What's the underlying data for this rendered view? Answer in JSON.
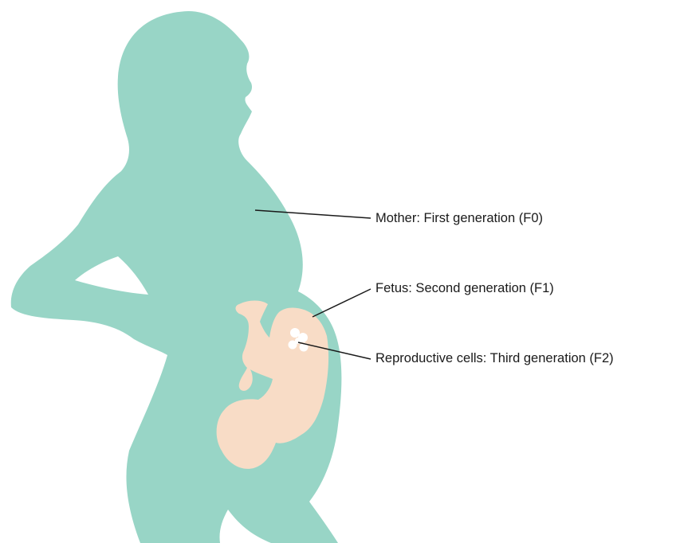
{
  "colors": {
    "mother_silhouette": "#98d5c6",
    "fetus": "#f8dcc6",
    "reproductive_cells": "#ffffff",
    "leader_lines": "#1a1a1a"
  },
  "labels": {
    "mother": "Mother: First generation (F0)",
    "fetus": "Fetus: Second generation (F1)",
    "reproductive_cells": "Reproductive cells: Third generation (F2)"
  }
}
